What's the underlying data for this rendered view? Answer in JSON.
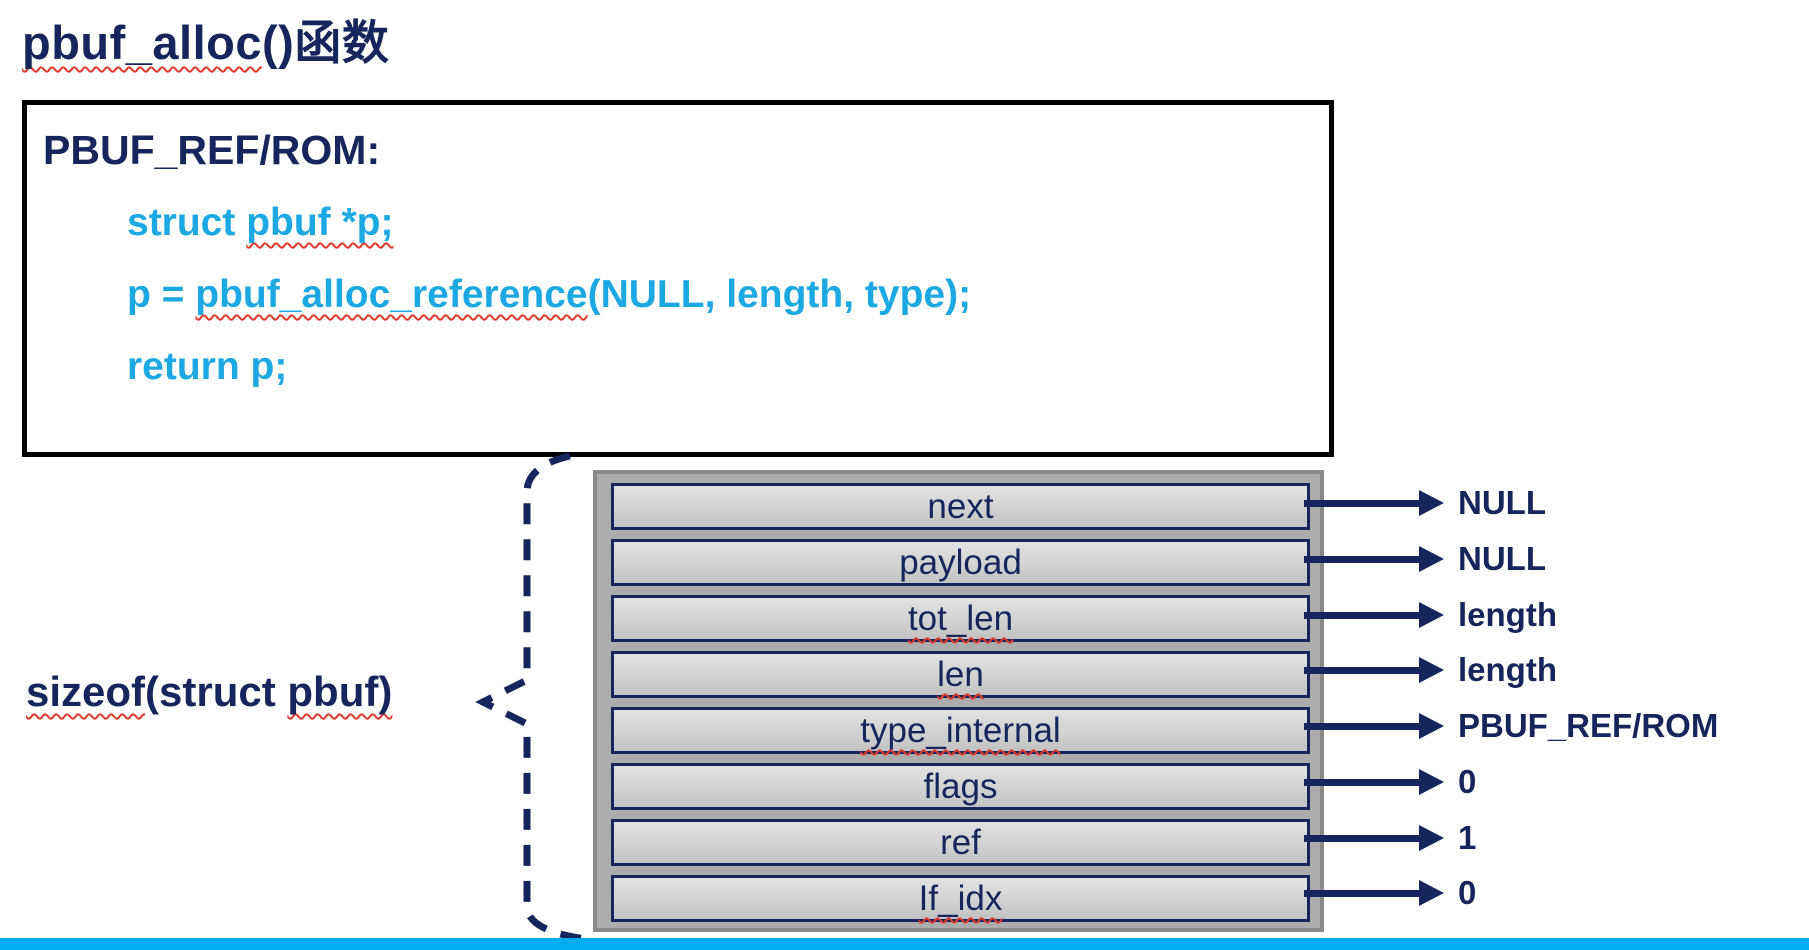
{
  "title": {
    "code": "pbuf_alloc",
    "parens": "()",
    "cjk": "函数"
  },
  "code_box": {
    "heading": "PBUF_REF/ROM:",
    "line1_a": "struct ",
    "line1_b": "pbuf *p;",
    "line2_a": "p = ",
    "line2_b": "pbuf_alloc_reference",
    "line2_c": "(NULL, length, type);",
    "line3": "return p;"
  },
  "sizeof_label": {
    "a": "sizeof",
    "b": "(struct ",
    "c": "pbuf)"
  },
  "struct_rows": [
    {
      "field": "next",
      "value": "NULL"
    },
    {
      "field": "payload",
      "value": "NULL"
    },
    {
      "field": "tot_len",
      "value": "length"
    },
    {
      "field": "len",
      "value": "length"
    },
    {
      "field": "type_internal",
      "value": "PBUF_REF/ROM"
    },
    {
      "field": "flags",
      "value": "0"
    },
    {
      "field": "ref",
      "value": "1"
    },
    {
      "field": "If_idx",
      "value": "0"
    }
  ],
  "colors": {
    "navy": "#16265c",
    "cyan": "#1ca8e2",
    "bar": "#00aeef",
    "squiggle": "#e03a2e"
  }
}
